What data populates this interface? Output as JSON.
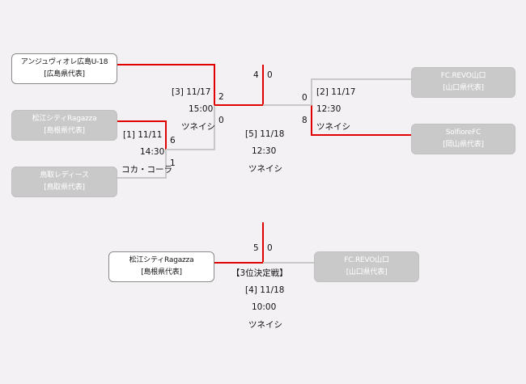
{
  "teams": {
    "t_hiroshima": {
      "name": "アンジュヴィオレ広島U-18",
      "region": "[広島県代表]"
    },
    "t_shimane": {
      "name": "松江シティRagazza",
      "region": "[島根県代表]"
    },
    "t_tottori": {
      "name": "鳥取レディース",
      "region": "[鳥取県代表]"
    },
    "t_yamaguchi": {
      "name": "FC.REVO山口",
      "region": "[山口県代表]"
    },
    "t_okayama": {
      "name": "SolfioreFC",
      "region": "[岡山県代表]"
    },
    "t_shimane_3rd": {
      "name": "松江シティRagazza",
      "region": "[島根県代表]"
    },
    "t_yamaguchi_3rd": {
      "name": "FC.REVO山口",
      "region": "[山口県代表]"
    }
  },
  "match1": {
    "id": "[1] 11/11",
    "time": "14:30",
    "venue": "コカ・コーラ",
    "score_shimane": "6",
    "score_tottori": "1"
  },
  "match3": {
    "id": "[3] 11/17",
    "time": "15:00",
    "venue": "ツネイシ",
    "score_hiroshima": "2",
    "score_shimane": "0"
  },
  "match2": {
    "id": "[2] 11/17",
    "time": "12:30",
    "venue": "ツネイシ",
    "score_yamaguchi": "0",
    "score_okayama": "8"
  },
  "match5": {
    "id": "[5] 11/18",
    "time": "12:30",
    "venue": "ツネイシ",
    "score_left": "4",
    "score_right": "0"
  },
  "match4": {
    "title": "【3位決定戦】",
    "id": "[4] 11/18",
    "time": "10:00",
    "venue": "ツネイシ",
    "score_left": "5",
    "score_right": "0"
  },
  "colors": {
    "winner_line": "#e00000",
    "loser_line": "#c8c8c8",
    "winner_box": "#ffffff",
    "loser_box": "#c9c9c9"
  }
}
